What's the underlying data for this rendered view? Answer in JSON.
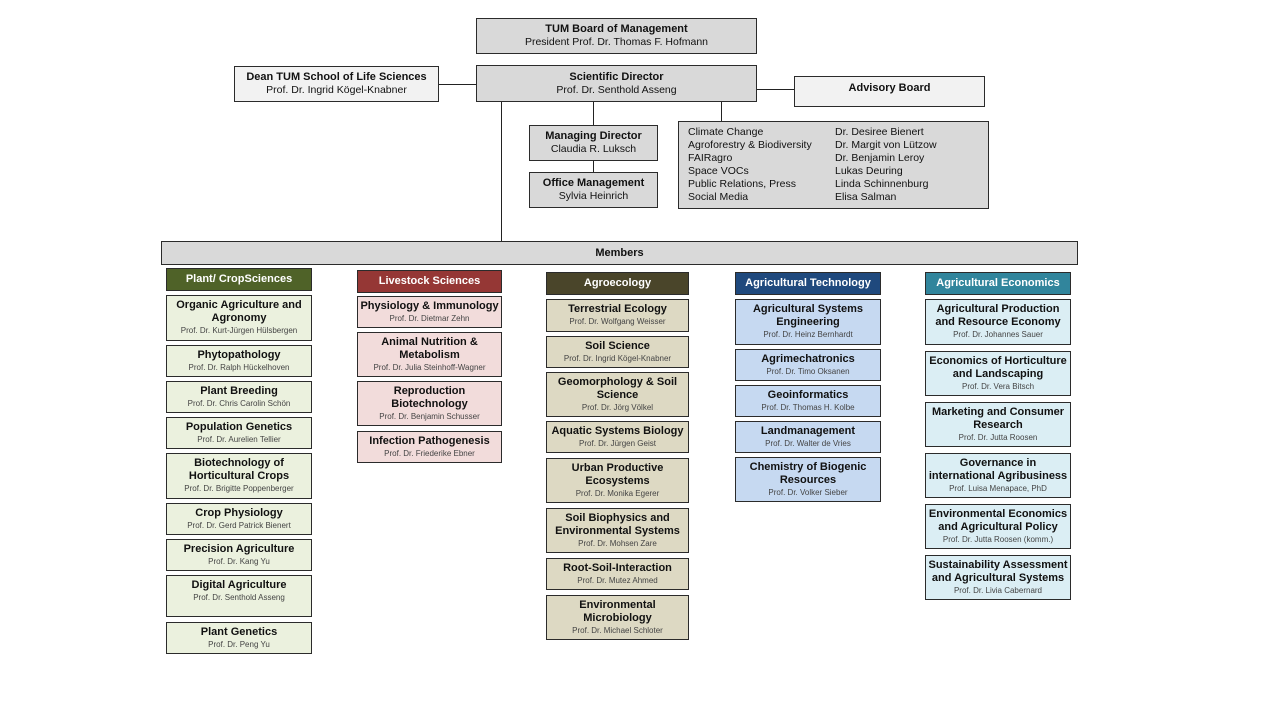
{
  "board": {
    "title": "TUM Board of Management",
    "subtitle": "President Prof. Dr. Thomas F. Hofmann"
  },
  "dean": {
    "title": "Dean TUM School of Life Sciences",
    "subtitle": "Prof. Dr. Ingrid Kögel-Knabner"
  },
  "director": {
    "title": "Scientific Director",
    "subtitle": "Prof. Dr. Senthold Asseng"
  },
  "advisory": {
    "title": "Advisory Board"
  },
  "managing": {
    "title": "Managing Director",
    "subtitle": "Claudia R. Luksch"
  },
  "office": {
    "title": "Office Management",
    "subtitle": "Sylvia Heinrich"
  },
  "topics": {
    "left": [
      "Climate Change",
      "Agroforestry & Biodiversity",
      "FAIRagro",
      "Space VOCs",
      "Public Relations, Press",
      "Social Media"
    ],
    "right": [
      "Dr. Desiree Bienert",
      "Dr. Margit von Lützow",
      "Dr. Benjamin Leroy",
      "Lukas Deuring",
      "Linda Schinnenburg",
      "Elisa Salman"
    ]
  },
  "members_label": "Members",
  "columns": [
    {
      "title": "Plant/ CropSciences",
      "color": "#4f6228",
      "unit_bg": "#ebf1de",
      "units": [
        {
          "name": "Organic Agriculture and Agronomy",
          "head": "Prof. Dr. Kurt-Jürgen Hülsbergen"
        },
        {
          "name": "Phytopathology",
          "head": "Prof. Dr. Ralph Hückelhoven"
        },
        {
          "name": "Plant Breeding",
          "head": "Prof. Dr. Chris Carolin Schön"
        },
        {
          "name": "Population Genetics",
          "head": "Prof. Dr. Aurelien Tellier"
        },
        {
          "name": "Biotechnology of Horticultural Crops",
          "head": "Prof. Dr. Brigitte Poppenberger"
        },
        {
          "name": "Crop Physiology",
          "head": "Prof. Dr. Gerd Patrick Bienert"
        },
        {
          "name": "Precision Agriculture",
          "head": "Prof. Dr. Kang Yu"
        },
        {
          "name": "Digital Agriculture",
          "head": "Prof. Dr. Senthold Asseng"
        },
        {
          "name": "Plant Genetics",
          "head": "Prof. Dr. Peng Yu"
        }
      ]
    },
    {
      "title": "Livestock Sciences",
      "color": "#953735",
      "unit_bg": "#f2dcdb",
      "units": [
        {
          "name": "Physiology & Immunology",
          "head": "Prof. Dr. Dietmar Zehn"
        },
        {
          "name": "Animal Nutrition & Metabolism",
          "head": "Prof. Dr. Julia Steinhoff-Wagner"
        },
        {
          "name": "Reproduction Biotechnology",
          "head": "Prof. Dr. Benjamin Schusser"
        },
        {
          "name": "Infection Pathogenesis",
          "head": "Prof. Dr. Friederike Ebner"
        }
      ]
    },
    {
      "title": "Agroecology",
      "color": "#4a452a",
      "unit_bg": "#ddd9c3",
      "units": [
        {
          "name": "Terrestrial Ecology",
          "head": "Prof. Dr. Wolfgang Weisser"
        },
        {
          "name": "Soil Science",
          "head": "Prof. Dr. Ingrid Kögel-Knabner"
        },
        {
          "name": "Geomorphology & Soil Science",
          "head": "Prof. Dr. Jörg Völkel"
        },
        {
          "name": "Aquatic Systems Biology",
          "head": "Prof. Dr. Jürgen Geist"
        },
        {
          "name": "Urban Productive Ecosystems",
          "head": "Prof. Dr. Monika Egerer"
        },
        {
          "name": "Soil Biophysics and Environmental Systems",
          "head": "Prof. Dr. Mohsen Zare"
        },
        {
          "name": "Root-Soil-Interaction",
          "head": "Prof. Dr. Mutez Ahmed"
        },
        {
          "name": "Environmental Microbiology",
          "head": "Prof. Dr. Michael Schloter"
        }
      ]
    },
    {
      "title": "Agricultural Technology",
      "color": "#1f497d",
      "unit_bg": "#c6d9f1",
      "units": [
        {
          "name": "Agricultural Systems Engineering",
          "head": "Prof. Dr. Heinz Bernhardt"
        },
        {
          "name": "Agrimechatronics",
          "head": "Prof. Dr. Timo Oksanen"
        },
        {
          "name": "Geoinformatics",
          "head": "Prof. Dr. Thomas H. Kolbe"
        },
        {
          "name": "Landmanagement",
          "head": "Prof. Dr. Walter de Vries"
        },
        {
          "name": "Chemistry of Biogenic Resources",
          "head": "Prof. Dr. Volker Sieber"
        }
      ]
    },
    {
      "title": "Agricultural Economics",
      "color": "#31859c",
      "unit_bg": "#dbeef4",
      "units": [
        {
          "name": "Agricultural Production and Resource Economy",
          "head": "Prof. Dr. Johannes Sauer"
        },
        {
          "name": "Economics of Horticulture and Landscaping",
          "head": "Prof. Dr. Vera Bitsch"
        },
        {
          "name": "Marketing and Consumer Research",
          "head": "Prof. Dr. Jutta Roosen"
        },
        {
          "name": "Governance in international Agribusiness",
          "head": "Prof. Luisa Menapace, PhD"
        },
        {
          "name": "Environmental Economics and Agricultural Policy",
          "head": "Prof. Dr. Jutta Roosen (komm.)"
        },
        {
          "name": "Sustainability Assessment and Agricultural Systems",
          "head": "Prof. Dr. Livia Cabernard"
        }
      ]
    }
  ]
}
